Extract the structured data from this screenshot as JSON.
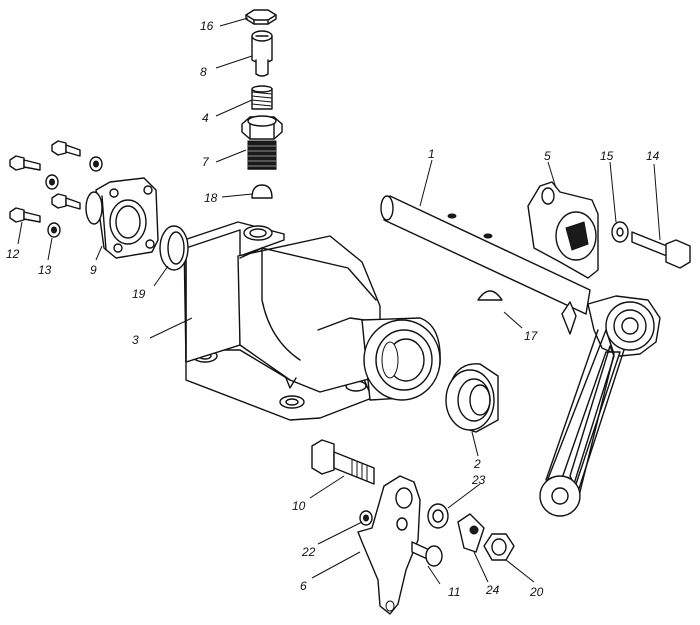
{
  "figure": {
    "parts": [
      {
        "id": "p1",
        "label": "1",
        "name": "shaft"
      },
      {
        "id": "p2",
        "label": "2",
        "name": "bushing"
      },
      {
        "id": "p3",
        "label": "3",
        "name": "housing"
      },
      {
        "id": "p4",
        "label": "4",
        "name": "spring"
      },
      {
        "id": "p5",
        "label": "5",
        "name": "lever-clamp"
      },
      {
        "id": "p6",
        "label": "6",
        "name": "bracket-lever"
      },
      {
        "id": "p7",
        "label": "7",
        "name": "threaded-plug"
      },
      {
        "id": "p8",
        "label": "8",
        "name": "plunger"
      },
      {
        "id": "p9",
        "label": "9",
        "name": "flange-cover"
      },
      {
        "id": "p10",
        "label": "10",
        "name": "pin"
      },
      {
        "id": "p11",
        "label": "11",
        "name": "bolt"
      },
      {
        "id": "p12",
        "label": "12",
        "name": "bolt-small"
      },
      {
        "id": "p13",
        "label": "13",
        "name": "washer-small"
      },
      {
        "id": "p14",
        "label": "14",
        "name": "clamp-bolt"
      },
      {
        "id": "p15",
        "label": "15",
        "name": "spring-washer"
      },
      {
        "id": "p16",
        "label": "16",
        "name": "locknut"
      },
      {
        "id": "p17",
        "label": "17",
        "name": "key"
      },
      {
        "id": "p18",
        "label": "18",
        "name": "ball"
      },
      {
        "id": "p19",
        "label": "19",
        "name": "gasket-ring"
      },
      {
        "id": "p20",
        "label": "20",
        "name": "nut"
      },
      {
        "id": "p22",
        "label": "22",
        "name": "washer"
      },
      {
        "id": "p23",
        "label": "23",
        "name": "washer-large"
      },
      {
        "id": "p24",
        "label": "24",
        "name": "lock-washer"
      }
    ]
  }
}
